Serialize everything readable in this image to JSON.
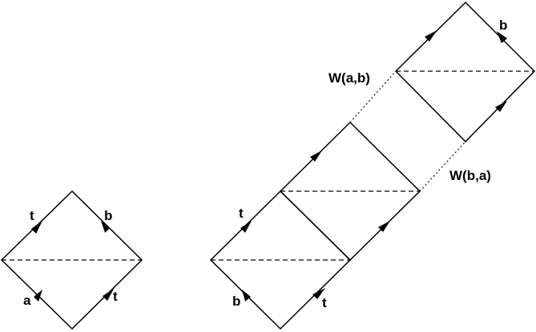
{
  "figure": {
    "left_square": {
      "labels": {
        "upper_left": "t",
        "upper_right": "b",
        "lower_left": "a",
        "lower_right": "t"
      }
    },
    "right_chain": {
      "labels": {
        "bottom_upper_left": "t",
        "bottom_lower_left": "b",
        "bottom_lower_right": "t",
        "top_upper_right": "b"
      },
      "annotations": {
        "upper_gap": "W(a,b)",
        "lower_gap": "W(b,a)"
      }
    }
  }
}
